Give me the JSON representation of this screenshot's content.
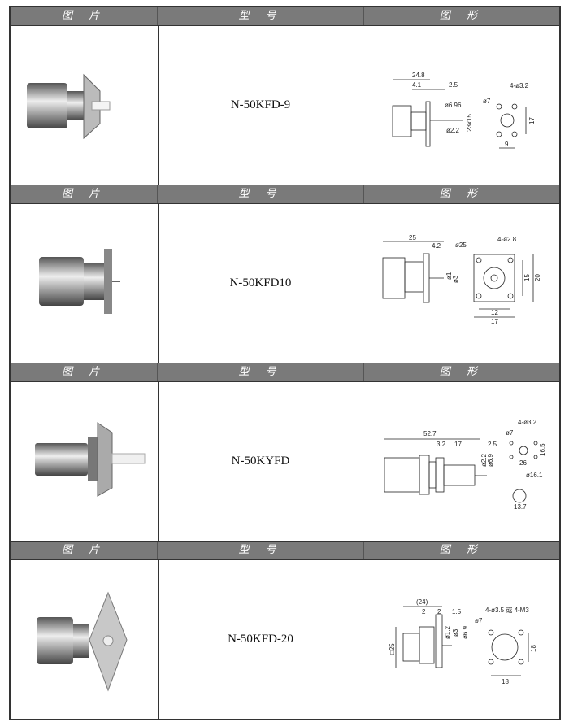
{
  "headers": {
    "photo": "图 片",
    "model": "型 号",
    "drawing": "图 形"
  },
  "rows": [
    {
      "model": "N-50KFD-9",
      "dims": [
        "24.8",
        "4.1",
        "2.5",
        "ø6.96",
        "ø2.2",
        "23x15",
        "ø7",
        "4-ø3.2",
        "17",
        "9"
      ]
    },
    {
      "model": "N-50KFD10",
      "dims": [
        "25",
        "4.2",
        "ø25",
        "4-ø2.8",
        "ø1",
        "ø3",
        "15",
        "20",
        "12",
        "17"
      ]
    },
    {
      "model": "N-50KYFD",
      "dims": [
        "52.7",
        "3.2",
        "17",
        "2.5",
        "ø2.2",
        "ø6.9",
        "4-ø3.2",
        "ø7",
        "16.5",
        "26",
        "ø16.1",
        "13.7"
      ]
    },
    {
      "model": "N-50KFD-20",
      "dims": [
        "(24)",
        "2",
        "2",
        "1.5",
        "ø1.2",
        "ø3",
        "ø6.9",
        "□25",
        "4-ø3.5 或 4-M3",
        "ø7",
        "18",
        "18"
      ]
    }
  ]
}
